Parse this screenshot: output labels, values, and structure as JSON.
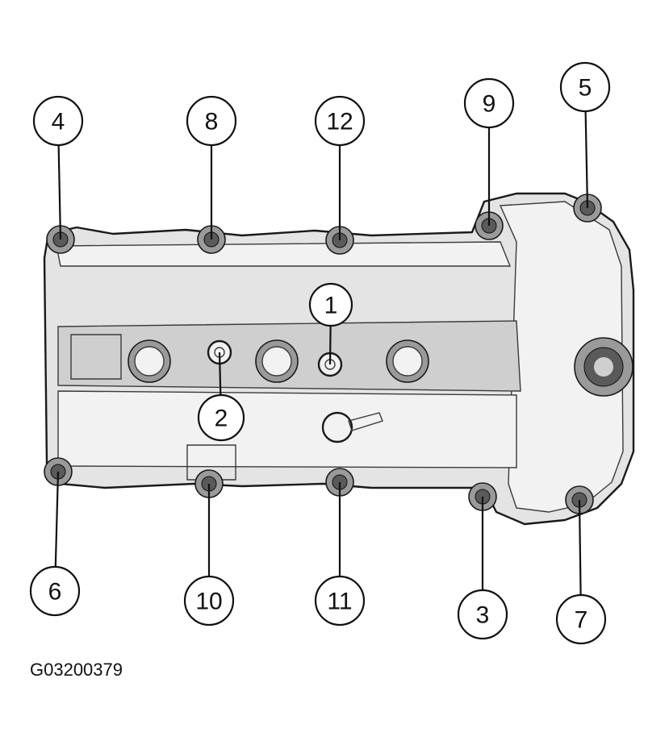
{
  "figure_id": "G03200379",
  "callouts": [
    {
      "label": "1"
    },
    {
      "label": "2"
    },
    {
      "label": "3"
    },
    {
      "label": "4"
    },
    {
      "label": "5"
    },
    {
      "label": "6"
    },
    {
      "label": "7"
    },
    {
      "label": "8"
    },
    {
      "label": "9"
    },
    {
      "label": "10"
    },
    {
      "label": "11"
    },
    {
      "label": "12"
    }
  ]
}
